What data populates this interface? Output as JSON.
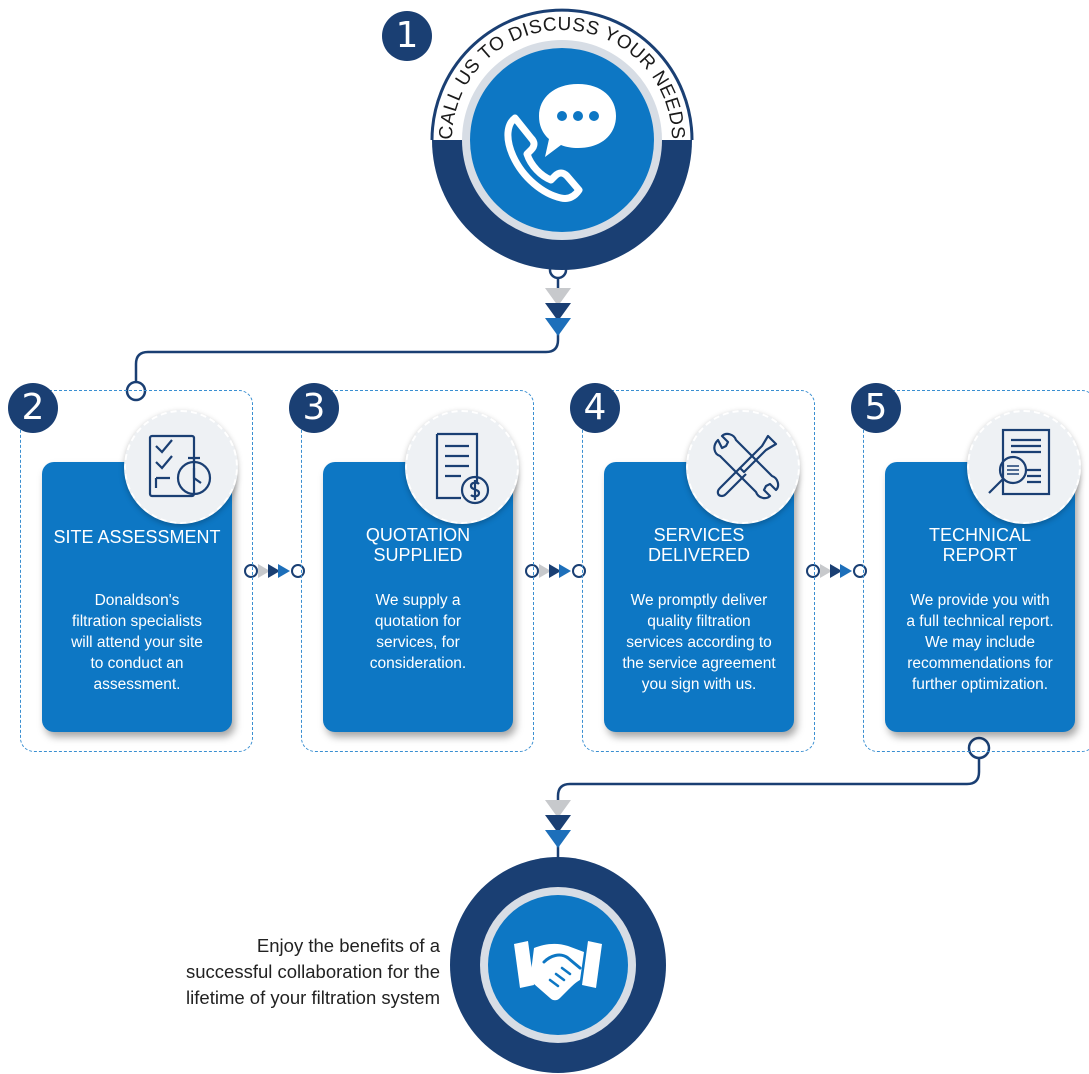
{
  "header": {
    "step_number": "1",
    "arc_text": "CALL US TO DISCUSS YOUR NEEDS",
    "icon": "phone-chat-icon"
  },
  "steps": [
    {
      "number": "2",
      "title": [
        "SITE ASSESSMENT"
      ],
      "description": [
        "Donaldson's",
        "filtration specialists",
        "will attend your site",
        "to conduct an",
        "assessment."
      ],
      "icon": "checklist-clock-icon"
    },
    {
      "number": "3",
      "title": [
        "QUOTATION",
        "SUPPLIED"
      ],
      "description": [
        "We supply a",
        "quotation for",
        "services, for",
        "consideration."
      ],
      "icon": "document-dollar-icon"
    },
    {
      "number": "4",
      "title": [
        "SERVICES",
        "DELIVERED"
      ],
      "description": [
        "We promptly deliver",
        "quality filtration",
        "services according to",
        "the service agreement",
        "you sign with us."
      ],
      "icon": "wrench-screwdriver-icon"
    },
    {
      "number": "5",
      "title": [
        "TECHNICAL",
        "REPORT"
      ],
      "description": [
        "We provide you with",
        "a full technical report.",
        "We may include",
        "recommendations for",
        "further optimization."
      ],
      "icon": "report-magnifier-icon"
    }
  ],
  "final": {
    "text": [
      "Enjoy the benefits of a",
      "successful collaboration for the",
      "lifetime of your filtration system"
    ],
    "icon": "handshake-icon"
  },
  "colors": {
    "dark_navy": "#1a3f73",
    "primary_blue": "#0d77c4",
    "light_blue": "#2d8fd6",
    "chevron_grey": "#c7c9cc",
    "connector": "#1a3f73"
  }
}
